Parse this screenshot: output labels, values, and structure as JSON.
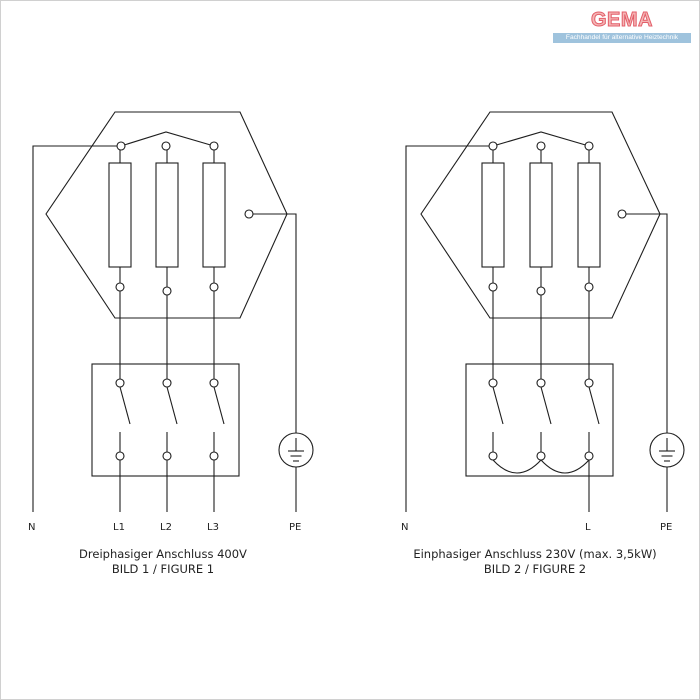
{
  "logo": {
    "name": "GEMA",
    "tagline": "Fachhandel für alternative Heiztechnik"
  },
  "figure1": {
    "caption_line1": "Dreiphasiger Anschluss 400V",
    "caption_line2": "BILD 1 / FIGURE 1",
    "terminals": {
      "n": "N",
      "l1": "L1",
      "l2": "L2",
      "l3": "L3",
      "pe": "PE"
    }
  },
  "figure2": {
    "caption_line1": "Einphasiger Anschluss 230V (max. 3,5kW)",
    "caption_line2": "BILD 2 / FIGURE 2",
    "terminals": {
      "n": "N",
      "l": "L",
      "pe": "PE"
    }
  },
  "colors": {
    "line": "#1e1e1e",
    "logo_red": "#e35f6a",
    "logo_bar": "#9fc3dd"
  }
}
